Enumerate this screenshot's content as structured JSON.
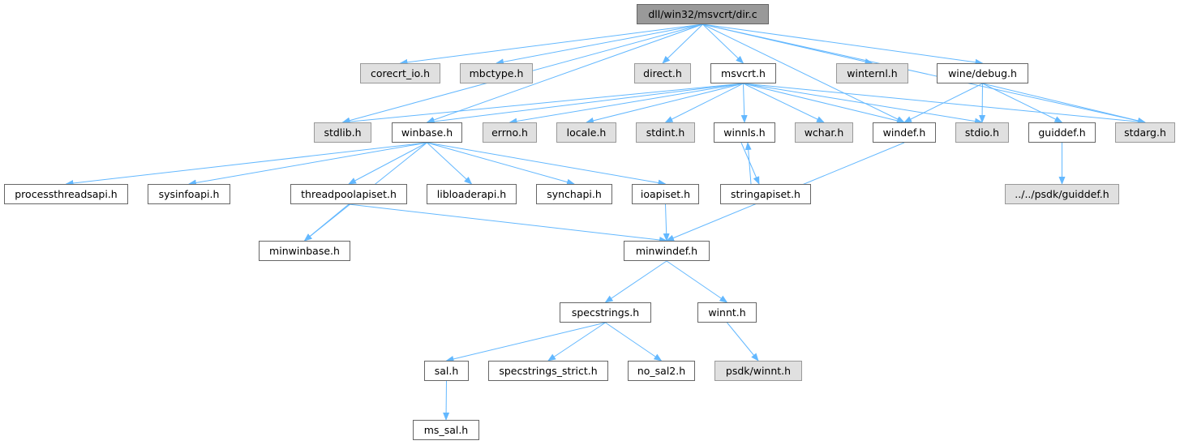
{
  "nodes": {
    "dir_c": {
      "label": "dll/win32/msvcrt/dir.c",
      "kind": "root"
    },
    "corecrt_io": {
      "label": "corecrt_io.h",
      "kind": "ext"
    },
    "mbctype": {
      "label": "mbctype.h",
      "kind": "ext"
    },
    "direct": {
      "label": "direct.h",
      "kind": "ext"
    },
    "msvcrt": {
      "label": "msvcrt.h",
      "kind": "doc"
    },
    "winternl": {
      "label": "winternl.h",
      "kind": "ext"
    },
    "wine_debug": {
      "label": "wine/debug.h",
      "kind": "doc"
    },
    "stdlib": {
      "label": "stdlib.h",
      "kind": "ext"
    },
    "winbase": {
      "label": "winbase.h",
      "kind": "doc"
    },
    "errno": {
      "label": "errno.h",
      "kind": "ext"
    },
    "locale": {
      "label": "locale.h",
      "kind": "ext"
    },
    "stdint": {
      "label": "stdint.h",
      "kind": "ext"
    },
    "winnls": {
      "label": "winnls.h",
      "kind": "doc"
    },
    "wchar": {
      "label": "wchar.h",
      "kind": "ext"
    },
    "windef": {
      "label": "windef.h",
      "kind": "doc"
    },
    "stdio": {
      "label": "stdio.h",
      "kind": "ext"
    },
    "guiddef": {
      "label": "guiddef.h",
      "kind": "doc"
    },
    "stdarg": {
      "label": "stdarg.h",
      "kind": "ext"
    },
    "processthreadsapi": {
      "label": "processthreadsapi.h",
      "kind": "doc"
    },
    "sysinfoapi": {
      "label": "sysinfoapi.h",
      "kind": "doc"
    },
    "threadpoolapiset": {
      "label": "threadpoolapiset.h",
      "kind": "doc"
    },
    "libloaderapi": {
      "label": "libloaderapi.h",
      "kind": "doc"
    },
    "synchapi": {
      "label": "synchapi.h",
      "kind": "doc"
    },
    "ioapiset": {
      "label": "ioapiset.h",
      "kind": "doc"
    },
    "stringapiset": {
      "label": "stringapiset.h",
      "kind": "doc"
    },
    "psdk_guiddef": {
      "label": "../../psdk/guiddef.h",
      "kind": "ext"
    },
    "minwinbase": {
      "label": "minwinbase.h",
      "kind": "doc"
    },
    "minwindef": {
      "label": "minwindef.h",
      "kind": "doc"
    },
    "specstrings": {
      "label": "specstrings.h",
      "kind": "doc"
    },
    "winnt": {
      "label": "winnt.h",
      "kind": "doc"
    },
    "sal": {
      "label": "sal.h",
      "kind": "doc"
    },
    "specstrings_strict": {
      "label": "specstrings_strict.h",
      "kind": "doc"
    },
    "no_sal2": {
      "label": "no_sal2.h",
      "kind": "doc"
    },
    "psdk_winnt": {
      "label": "psdk/winnt.h",
      "kind": "ext"
    },
    "ms_sal": {
      "label": "ms_sal.h",
      "kind": "doc"
    }
  },
  "edges": [
    [
      "dir_c",
      "corecrt_io"
    ],
    [
      "dir_c",
      "mbctype"
    ],
    [
      "dir_c",
      "direct"
    ],
    [
      "dir_c",
      "msvcrt"
    ],
    [
      "dir_c",
      "winternl"
    ],
    [
      "dir_c",
      "wine_debug"
    ],
    [
      "dir_c",
      "stdlib"
    ],
    [
      "dir_c",
      "winbase"
    ],
    [
      "dir_c",
      "windef"
    ],
    [
      "dir_c",
      "stdarg"
    ],
    [
      "msvcrt",
      "stdlib"
    ],
    [
      "msvcrt",
      "winbase"
    ],
    [
      "msvcrt",
      "errno"
    ],
    [
      "msvcrt",
      "locale"
    ],
    [
      "msvcrt",
      "stdint"
    ],
    [
      "msvcrt",
      "winnls"
    ],
    [
      "msvcrt",
      "wchar"
    ],
    [
      "msvcrt",
      "windef"
    ],
    [
      "msvcrt",
      "stdio"
    ],
    [
      "msvcrt",
      "stdarg"
    ],
    [
      "wine_debug",
      "windef"
    ],
    [
      "wine_debug",
      "stdio"
    ],
    [
      "wine_debug",
      "guiddef"
    ],
    [
      "wine_debug",
      "stdarg"
    ],
    [
      "winbase",
      "processthreadsapi"
    ],
    [
      "winbase",
      "sysinfoapi"
    ],
    [
      "winbase",
      "threadpoolapiset"
    ],
    [
      "winbase",
      "libloaderapi"
    ],
    [
      "winbase",
      "synchapi"
    ],
    [
      "winbase",
      "ioapiset"
    ],
    [
      "winbase",
      "minwinbase"
    ],
    [
      "winnls",
      "stringapiset"
    ],
    [
      "stringapiset",
      "winnls"
    ],
    [
      "windef",
      "minwindef"
    ],
    [
      "guiddef",
      "psdk_guiddef"
    ],
    [
      "threadpoolapiset",
      "minwinbase"
    ],
    [
      "threadpoolapiset",
      "minwindef"
    ],
    [
      "ioapiset",
      "minwindef"
    ],
    [
      "minwindef",
      "specstrings"
    ],
    [
      "minwindef",
      "winnt"
    ],
    [
      "specstrings",
      "sal"
    ],
    [
      "specstrings",
      "specstrings_strict"
    ],
    [
      "specstrings",
      "no_sal2"
    ],
    [
      "winnt",
      "psdk_winnt"
    ],
    [
      "sal",
      "ms_sal"
    ]
  ],
  "colors": {
    "edge": "#63b8ff",
    "root_fill": "#999999",
    "ext_fill": "#e0e0e0",
    "doc_fill": "#ffffff"
  }
}
